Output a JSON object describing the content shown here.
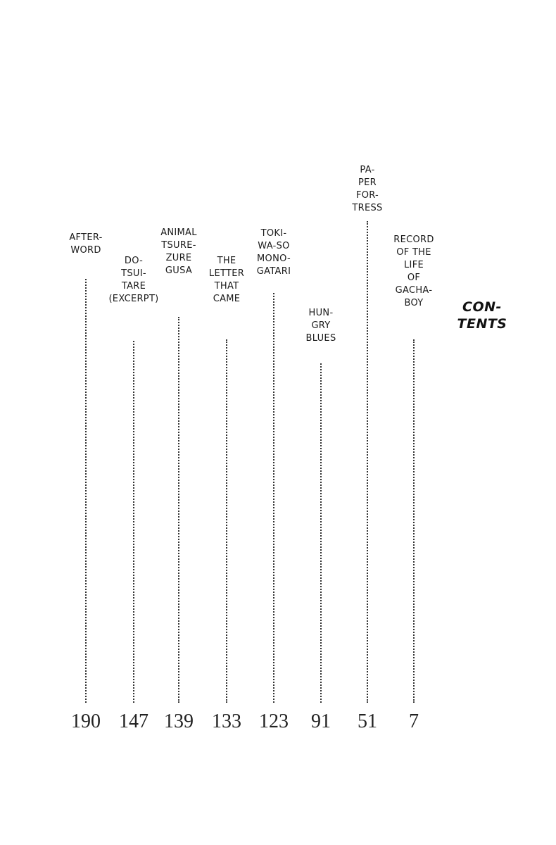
{
  "contents": {
    "heading": "CON-\nTENTS",
    "entries": [
      {
        "title": "RECORD\nOF THE\nLIFE\nOF\nGACHA-\nBOY",
        "page": "7"
      },
      {
        "title": "PA-\nPER\nFOR-\nTRESS",
        "page": "51"
      },
      {
        "title": "HUN-\nGRY\nBLUES",
        "page": "91"
      },
      {
        "title": "TOKI-\nWA-SO\nMONO-\nGATARI",
        "page": "123"
      },
      {
        "title": "THE\nLETTER\nTHAT\nCAME",
        "page": "133"
      },
      {
        "title": "ANIMAL\nTSURE-\nZURE\nGUSA",
        "page": "139"
      },
      {
        "title": "DO-\nTSUI-\nTARE\n(EXCERPT)",
        "page": "147"
      },
      {
        "title": "AFTER-\nWORD",
        "page": "190"
      }
    ]
  }
}
